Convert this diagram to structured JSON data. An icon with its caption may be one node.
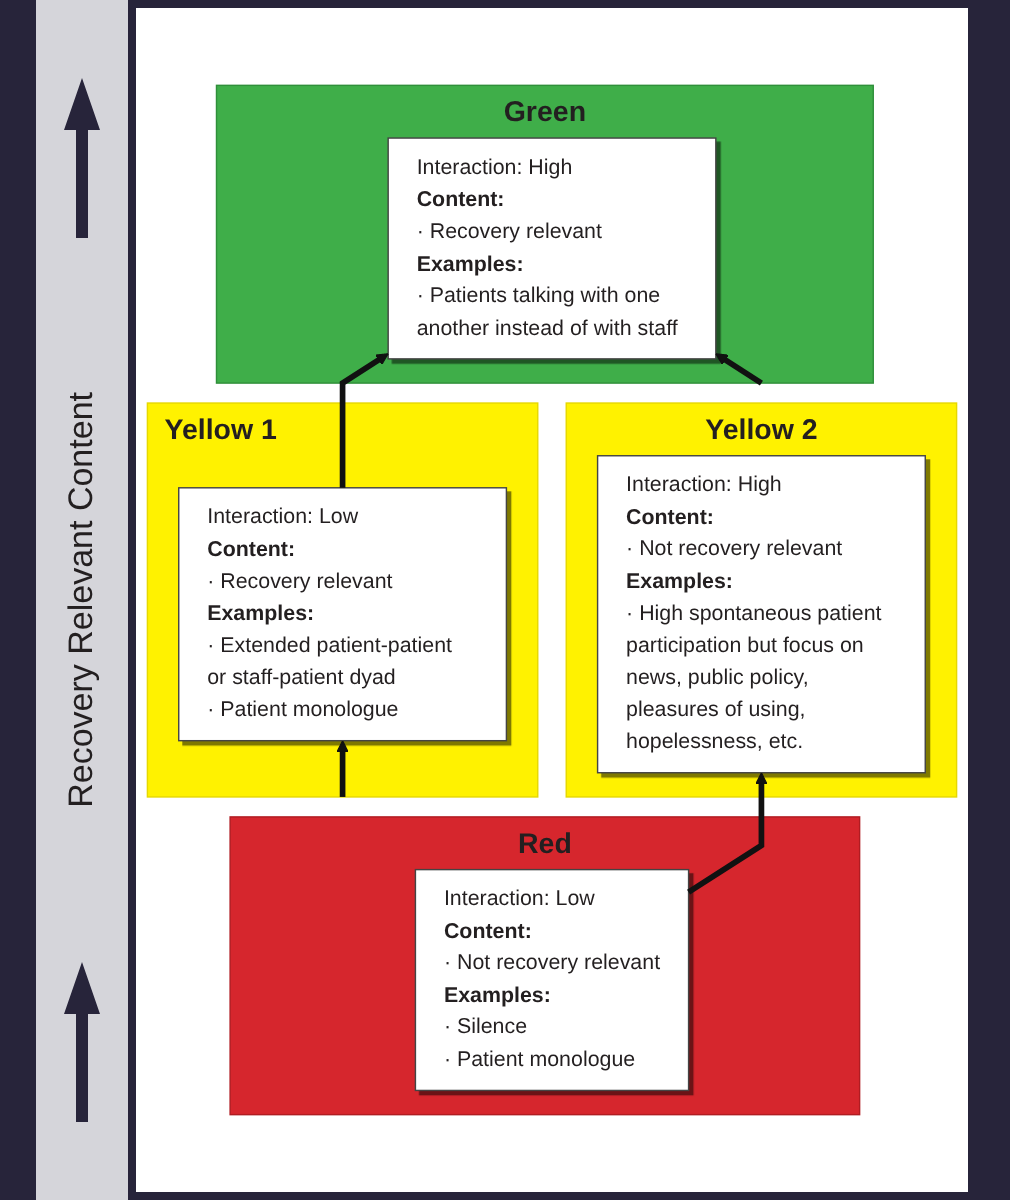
{
  "diagram": {
    "nodes": [
      {
        "text": [
          "Yellow 1"
        ]
      },
      {
        "text": [
          "Interaction: Low",
          "Content:",
          "· Recovery relevant",
          "Examples:",
          "· Extended patient-patient or staff-patient dyad",
          "· Patient monologue"
        ],
        "in": 0
      },
      {
        "text": [
          "Green"
        ]
      },
      {
        "text": [
          "Interaction: High",
          "Content:",
          "· Recovery relevant",
          "Examples:",
          "· Patients talking with one another instead of with staff"
        ],
        "in": 2
      },
      {
        "text": [
          "Red"
        ]
      },
      {
        "text": [
          "Interaction: Low",
          "Content:",
          "· Not recovery relevant",
          "Examples:",
          "· Silence",
          "· Patient monologue"
        ],
        "in": 4
      },
      {
        "text": [
          "Yellow 2"
        ]
      },
      {
        "text": [
          "Interaction: High",
          "Content:",
          "· Not recovery relevant",
          "Examples:",
          "· High spontaneous patient participation but focus on news, public policy, pleasures of using, hopelessness, etc."
        ],
        "in": 6
      }
    ],
    "edges": [
      {
        "from": 1,
        "to": 3,
        "arrow": "to"
      },
      {
        "from": 4,
        "to": 1,
        "arrow": "to"
      },
      {
        "from": 6,
        "to": 3,
        "arrow": "to"
      },
      {
        "from": 5,
        "to": 7,
        "arrow": "to"
      }
    ],
    "labels": [
      "Recovery Relevant Content"
    ]
  }
}
